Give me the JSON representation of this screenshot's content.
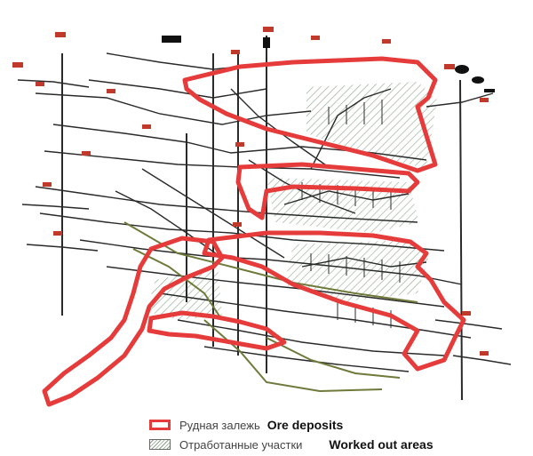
{
  "legend": {
    "ore_ru": "Рудная залежь",
    "ore_en": "Ore deposits",
    "worked_ru": "Отработанные участки",
    "worked_en": "Worked out areas"
  },
  "colors": {
    "ore_outline": "#e63b3b",
    "worked_hatch": "#8aa38a",
    "workings": "#2a2a2a",
    "haulage": "#6f7a3a",
    "labels": "#c0392b"
  },
  "icons": [
    "ore-deposit-swatch-icon",
    "worked-out-swatch-icon"
  ]
}
